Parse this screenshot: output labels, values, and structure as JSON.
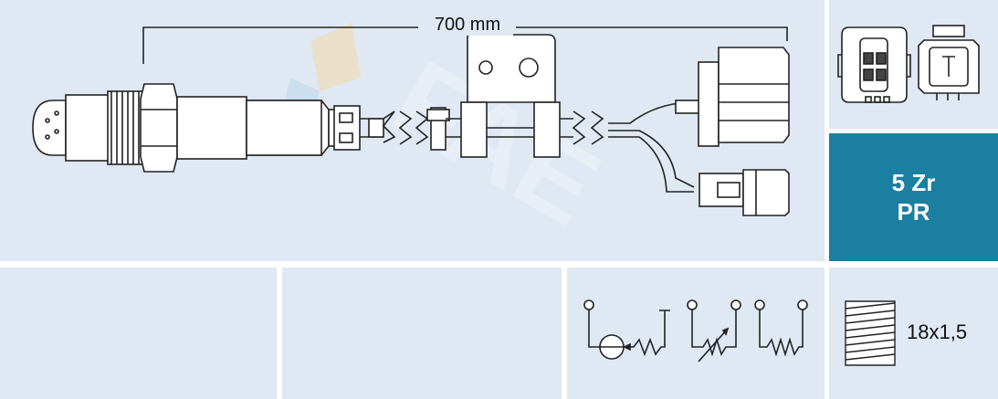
{
  "dimension": {
    "length_label": "700 mm"
  },
  "badge": {
    "line1": "5 Zr",
    "line2": "PR"
  },
  "thread": {
    "label": "18x1,5"
  },
  "colors": {
    "panel": "#dfe8f3",
    "badge": "#1a7fa0",
    "line": "#222222"
  },
  "icons": [
    "oxygen-sensor-drawing",
    "connector-4pin-icon",
    "connector-plug-icon",
    "circuit-symbols-icon",
    "thread-icon",
    "fae-watermark"
  ]
}
